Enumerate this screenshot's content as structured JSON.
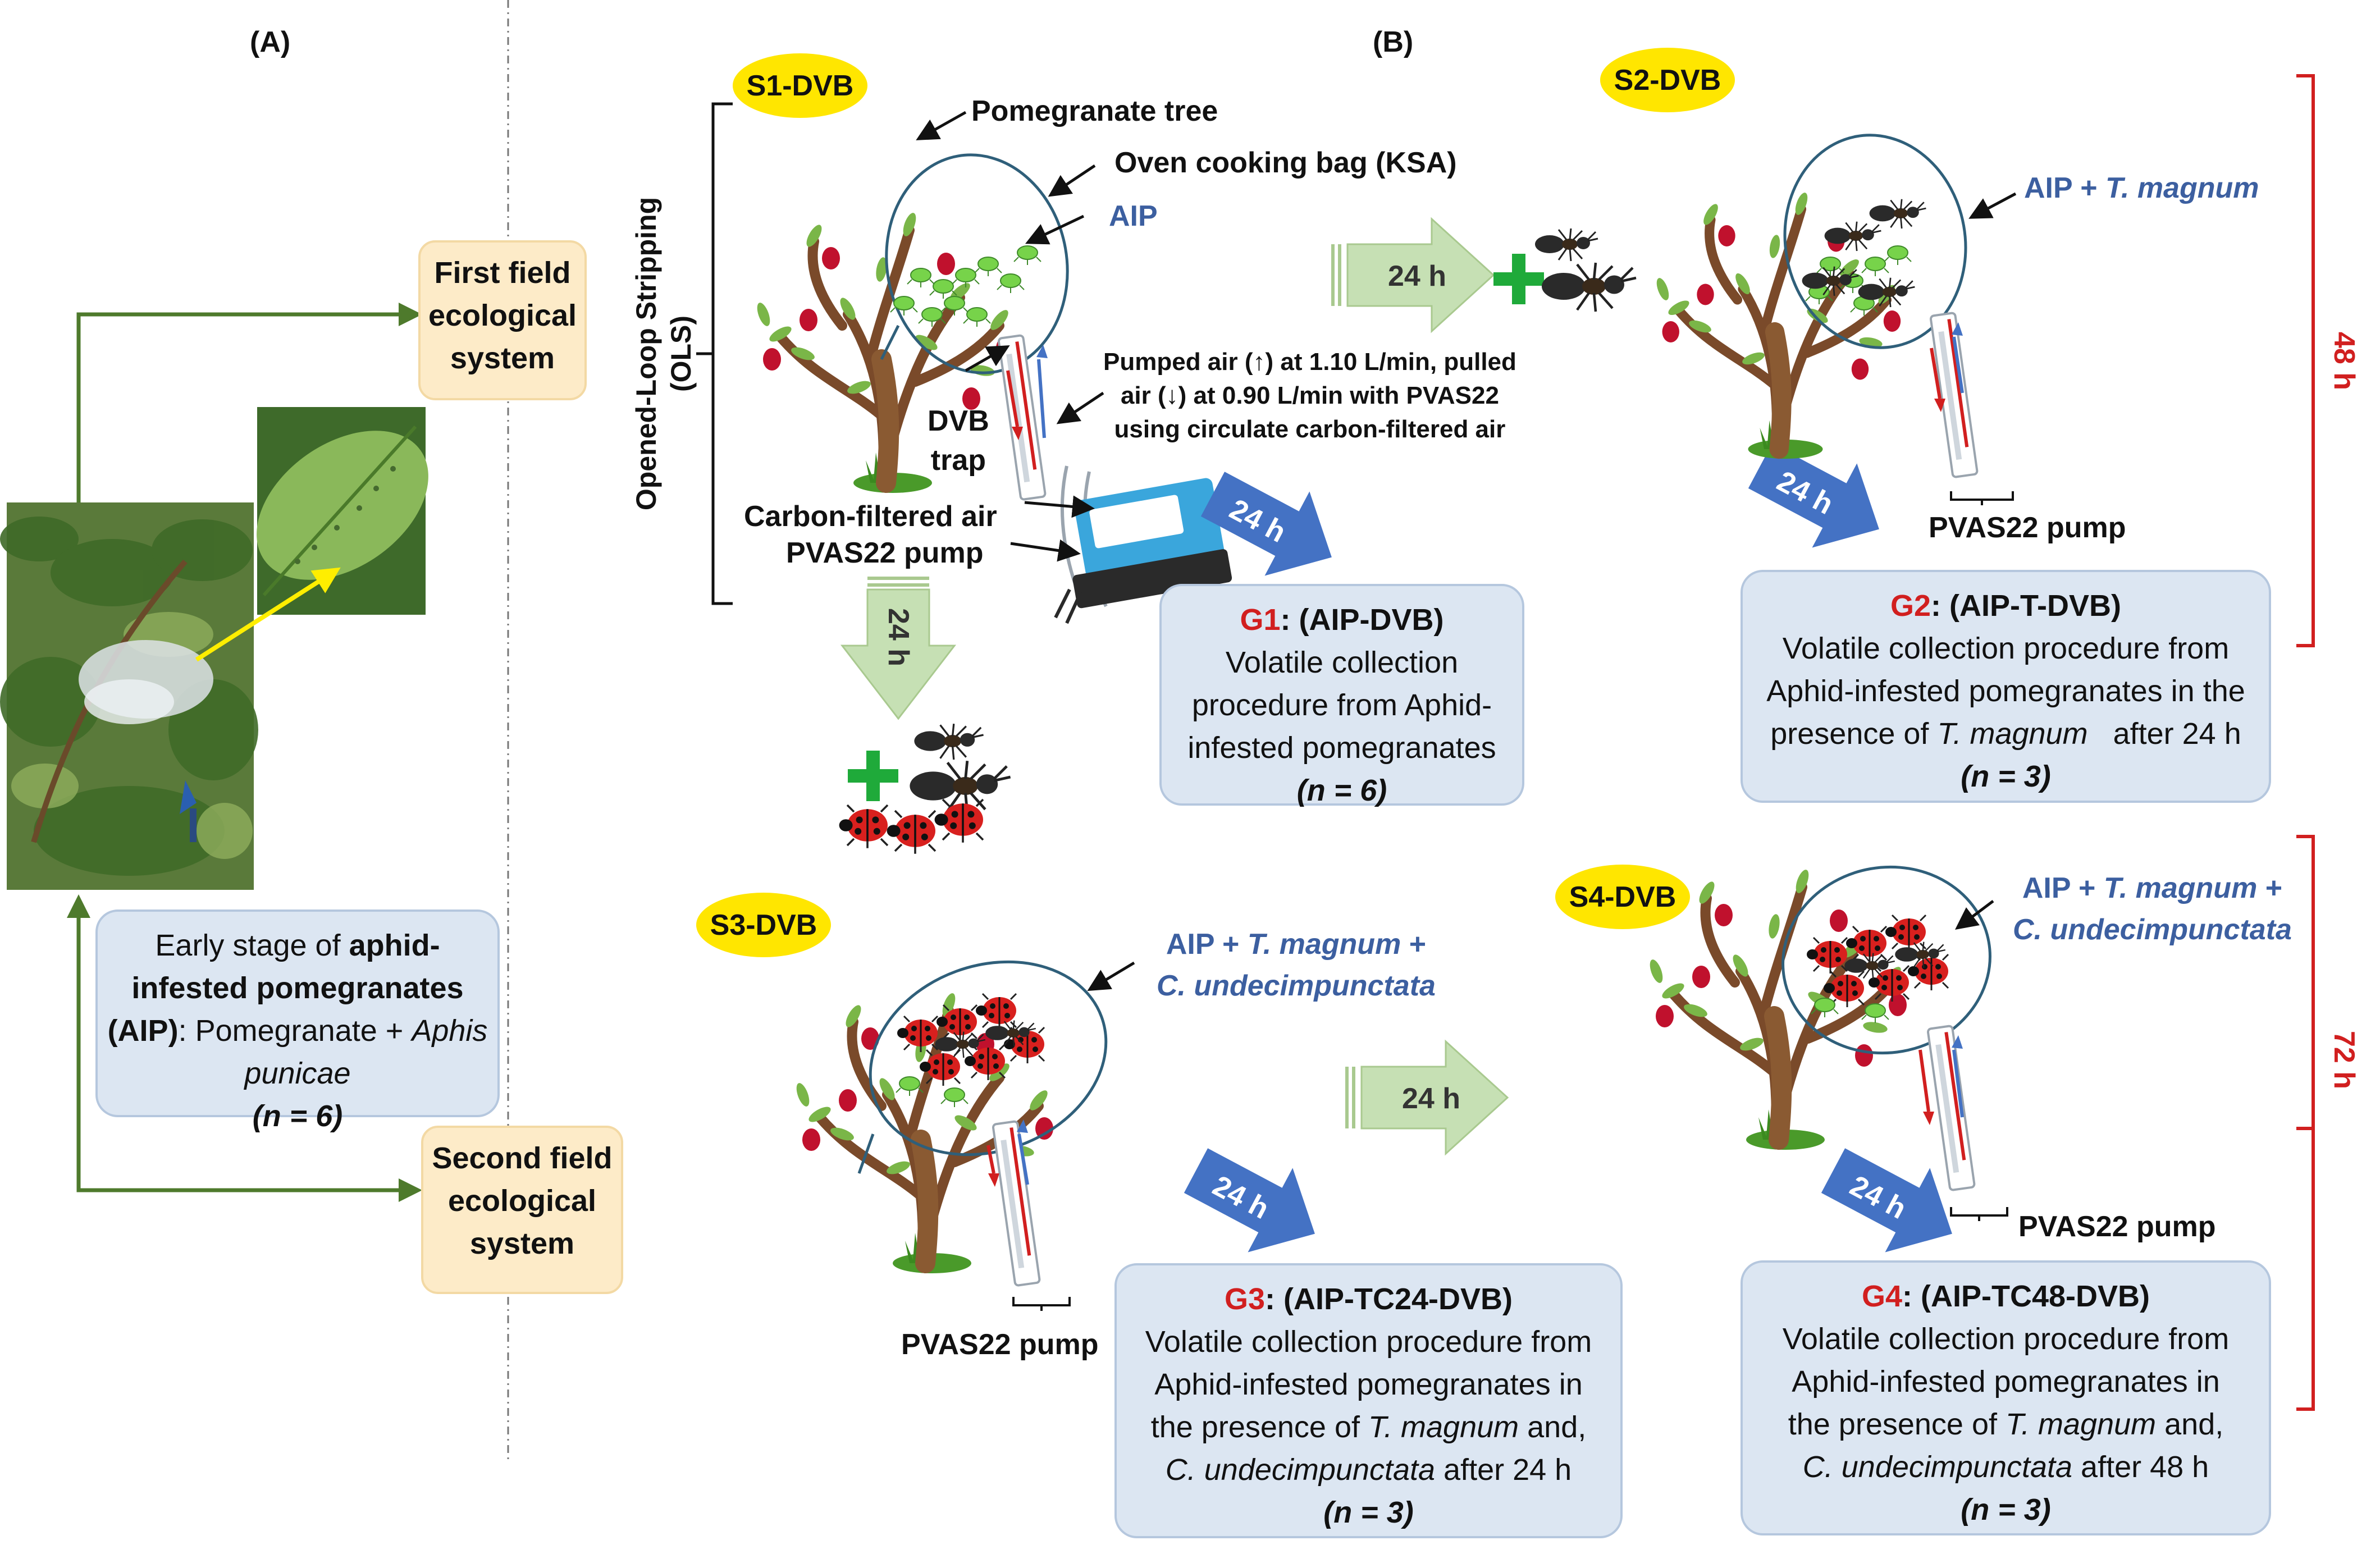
{
  "panel_a": {
    "label": "(A)",
    "eco_first": [
      "First field",
      "ecological",
      "system"
    ],
    "eco_second": [
      "Second field",
      "ecological",
      "system"
    ],
    "aip_box": {
      "line1_plain": "Early stage of ",
      "line1_bold": "aphid-",
      "line2_bold": "infested pomegranates",
      "line3_bold": "(AIP)",
      "line3_plain": ": Pomegranate + ",
      "line3_italic": "Aphis",
      "line4_italic": "punicae",
      "n": "(n = 6)"
    }
  },
  "panel_b": {
    "label": "(B)",
    "ols_label": [
      "Opened-Loop Stripping",
      "(OLS)"
    ],
    "s1": "S1-DVB",
    "s2": "S2-DVB",
    "s3": "S3-DVB",
    "s4": "S4-DVB",
    "labels": {
      "pomegranate_tree": "Pomegranate tree",
      "oven_bag": "Oven cooking bag (KSA)",
      "aip": "AIP",
      "dvb_trap": [
        "DVB",
        "trap"
      ],
      "carbon_air": "Carbon-filtered air",
      "pvas_pump": "PVAS22 pump",
      "pumped_air": [
        "Pumped air (↑) at 1.10 L/min,  pulled",
        "air (↓) at 0.90 L/min with PVAS22",
        "using circulate carbon-filtered air"
      ],
      "aip_t_prefix": "AIP + ",
      "aip_t_italic": "T. magnum",
      "aip_tc_line1_prefix": "AIP + ",
      "aip_tc_line1_italic": "T. magnum",
      "aip_tc_line1_suffix": " +",
      "aip_tc_line2_italic": "C. undecimpunctata",
      "pvas_pump_s2": "PVAS22 pump",
      "pvas_pump_s3": "PVAS22 pump",
      "pvas_pump_s4": "PVAS22 pump"
    },
    "arrows": {
      "h24": "24 h"
    },
    "brackets": {
      "h48": "48 h",
      "h72": "72 h"
    },
    "g1": {
      "id": "G1",
      "code": ": (AIP-DVB)",
      "lines": [
        "Volatile collection",
        "procedure from Aphid-",
        "infested pomegranates"
      ],
      "n": "(n = 6)"
    },
    "g2": {
      "id": "G2",
      "code": ": (AIP-T-DVB)",
      "lines": [
        "Volatile collection procedure from",
        "Aphid-infested pomegranates in the"
      ],
      "line3_plain": "presence of ",
      "line3_italic": "T. magnum",
      "line3_suffix": "   after 24 h",
      "n": "(n = 3)"
    },
    "g3": {
      "id": "G3",
      "code": ": (AIP-TC24-DVB)",
      "lines": [
        "Volatile collection procedure from",
        "Aphid-infested pomegranates in"
      ],
      "line3_plain": "the presence of ",
      "line3_italic": "T. magnum",
      "line3_suffix": " and,",
      "line4_italic": "C. undecimpunctata",
      "line4_suffix": " after 24 h",
      "n": "(n = 3)"
    },
    "g4": {
      "id": "G4",
      "code": ": (AIP-TC48-DVB)",
      "lines": [
        "Volatile collection procedure from",
        "Aphid-infested pomegranates in"
      ],
      "line3_plain": "the presence of ",
      "line3_italic": "T. magnum",
      "line3_suffix": " and,",
      "line4_italic": "C. undecimpunctata",
      "line4_suffix": " after 48 h",
      "n": "(n = 3)"
    }
  },
  "colors": {
    "blue_label": "#3c5fa0",
    "red_label": "#d11f1f",
    "green_arrow": "#c6e0b4",
    "blue_arrow": "#4472c4",
    "flow_line": "#4e7a2c",
    "oval": "#ffe600",
    "box_fill": "#dce6f2",
    "eco_fill": "#fdebc8"
  },
  "icons": [
    "pomegranate-tree-icon",
    "ant-icon",
    "ladybird-icon",
    "pump-device-icon",
    "dvb-trap-icon",
    "plus-icon"
  ]
}
